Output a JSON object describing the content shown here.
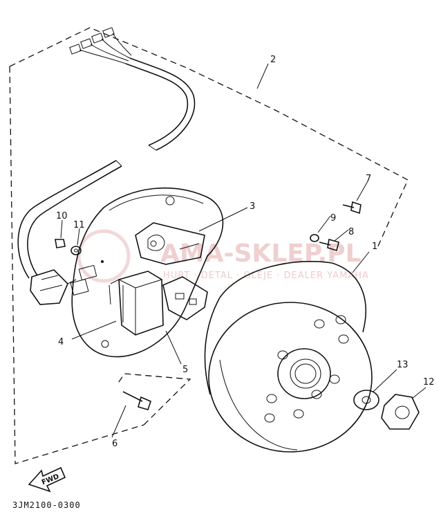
{
  "callouts": {
    "c1": "1",
    "c2": "2",
    "c3": "3",
    "c4": "4",
    "c5": "5",
    "c6": "6",
    "c7": "7",
    "c8": "8",
    "c9": "9",
    "c10": "10",
    "c11": "11",
    "c12": "12",
    "c13": "13"
  },
  "fwd_label": "FWD",
  "diagram_code": "3JM2100-0300",
  "watermark": {
    "main": "AMA-SKLEP.PL",
    "sub": "HURT · DETAL · OLEJE · DEALER YAMAHA"
  },
  "colors": {
    "ink": "#111111",
    "watermark": "#e3a9a9",
    "paper": "#ffffff"
  }
}
